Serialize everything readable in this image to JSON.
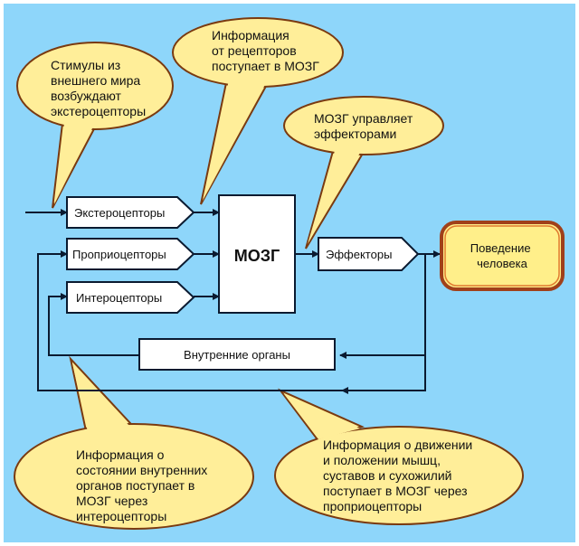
{
  "colors": {
    "background": "#8ed6fa",
    "callout_fill": "#ffee99",
    "callout_stroke": "#7a3a10",
    "box_fill": "#ffffff",
    "line": "#0a1a30",
    "outcome_fill": "#ffef8a",
    "outcome_stroke": "#a0401a"
  },
  "callouts": {
    "stimuli": [
      "Стимулы из",
      "внешнего мира",
      "возбуждают",
      "экстероцепторы"
    ],
    "receptors_info": [
      "Информация",
      "от рецепторов",
      "поступает в МОЗГ"
    ],
    "brain_controls": [
      "МОЗГ управляет",
      "эффекторами"
    ],
    "internal_info": [
      "Информация о",
      "состоянии внутренних",
      "органов поступает в",
      "МОЗГ через",
      "интероцепторы"
    ],
    "movement_info": [
      "Информация о движении",
      "и положении мышц,",
      "суставов и сухожилий",
      "поступает в МОЗГ через",
      "проприоцепторы"
    ]
  },
  "nodes": {
    "exteroceptors": "Экстероцепторы",
    "proprioceptors": "Проприоцепторы",
    "interoceptors": "Интероцепторы",
    "brain": "МОЗГ",
    "effectors": "Эффекторы",
    "behavior": [
      "Поведение",
      "человека"
    ],
    "internal_organs": "Внутренние органы"
  }
}
